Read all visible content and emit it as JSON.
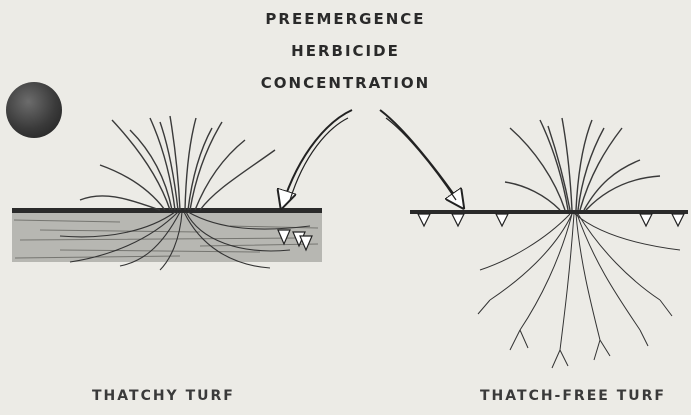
{
  "diagram": {
    "title_lines": [
      "PREEMERGENCE",
      "HERBICIDE",
      "CONCENTRATION"
    ],
    "left_label": "THATCHY TURF",
    "right_label": "THATCH-FREE TURF"
  }
}
